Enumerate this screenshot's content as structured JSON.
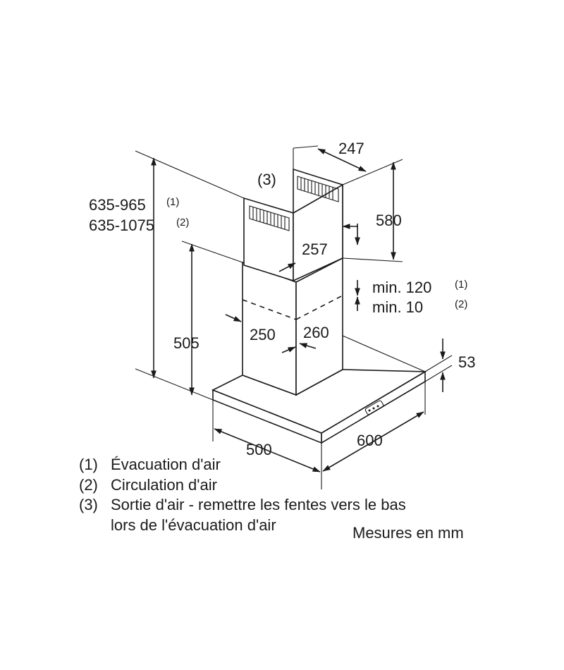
{
  "dimensions": {
    "top_depth": "247",
    "chimney_height": "580",
    "total_height_1": "635-965",
    "total_height_1_note": "(1)",
    "total_height_2": "635-1075",
    "total_height_2_note": "(2)",
    "outlet_note": "(3)",
    "upper_width": "257",
    "lower_height": "505",
    "overlap_1": "min. 120",
    "overlap_1_note": "(1)",
    "overlap_2": "min. 10",
    "overlap_2_note": "(2)",
    "lower_width": "250",
    "lower_depth": "260",
    "canopy_height": "53",
    "canopy_depth": "500",
    "canopy_width": "600"
  },
  "legend": [
    {
      "num": "(1)",
      "text": "Évacuation d'air"
    },
    {
      "num": "(2)",
      "text": "Circulation d'air"
    },
    {
      "num": "(3)",
      "text": "Sortie d'air - remettre les fentes vers le bas"
    }
  ],
  "legend_continuation": "lors de l'évacuation d'air",
  "units_note": "Mesures en mm"
}
